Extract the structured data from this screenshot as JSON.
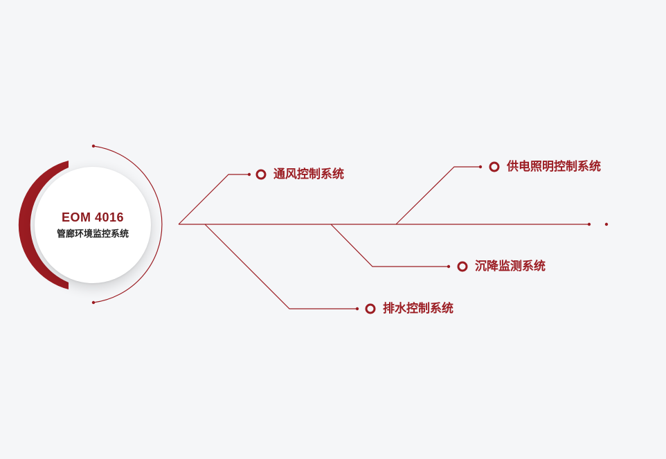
{
  "hub": {
    "title": "EOM 4016",
    "subtitle": "管廊环境监控系统"
  },
  "branches": [
    {
      "id": "ventilation",
      "label": "通风控制系统"
    },
    {
      "id": "power-lighting",
      "label": "供电照明控制系统"
    },
    {
      "id": "settlement",
      "label": "沉降监测系统"
    },
    {
      "id": "drainage",
      "label": "排水控制系统"
    }
  ],
  "colors": {
    "accent": "#9b1c22",
    "background": "#f5f6f8",
    "hub_fill": "#ffffff",
    "hub_text": "#222222"
  }
}
